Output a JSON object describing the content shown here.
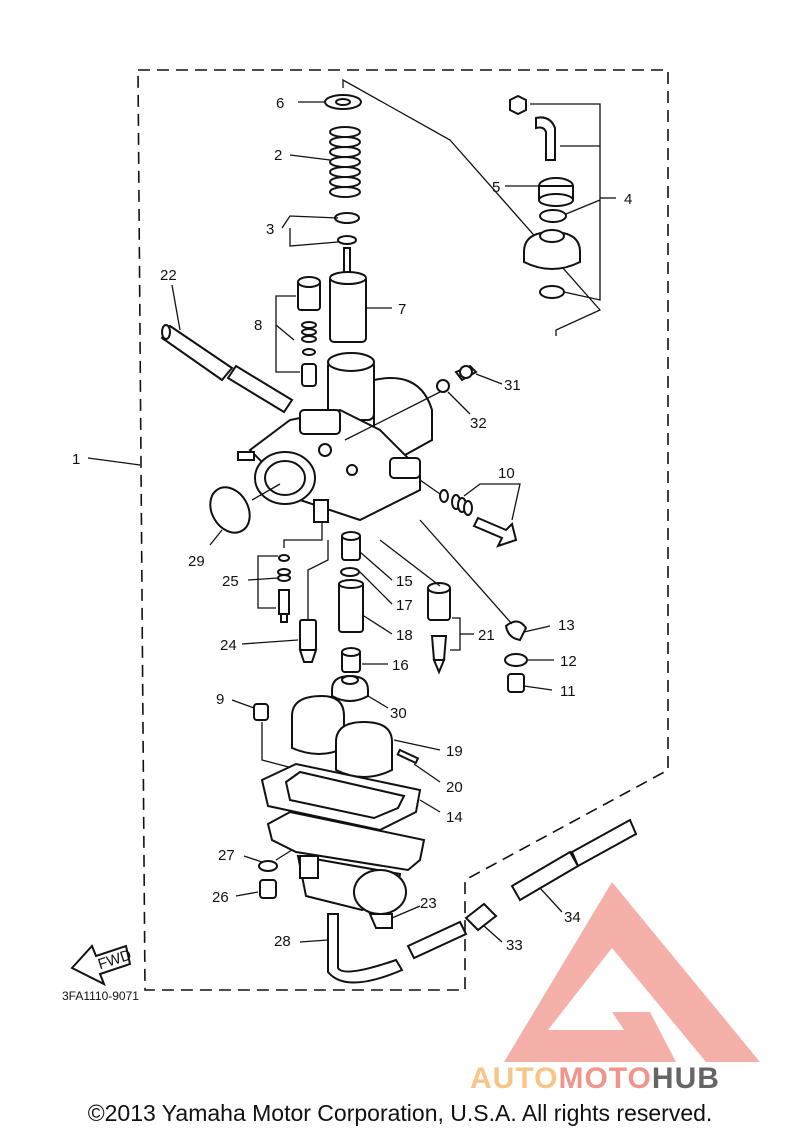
{
  "diagram": {
    "catalog_code": "3FA1110-9071",
    "fwd_label": "FWD",
    "callouts": [
      {
        "id": "c1",
        "label": "1"
      },
      {
        "id": "c2",
        "label": "2"
      },
      {
        "id": "c3",
        "label": "3"
      },
      {
        "id": "c4",
        "label": "4"
      },
      {
        "id": "c5",
        "label": "5"
      },
      {
        "id": "c6",
        "label": "6"
      },
      {
        "id": "c7",
        "label": "7"
      },
      {
        "id": "c8",
        "label": "8"
      },
      {
        "id": "c9",
        "label": "9"
      },
      {
        "id": "c10",
        "label": "10"
      },
      {
        "id": "c11",
        "label": "11"
      },
      {
        "id": "c12",
        "label": "12"
      },
      {
        "id": "c13",
        "label": "13"
      },
      {
        "id": "c14",
        "label": "14"
      },
      {
        "id": "c15",
        "label": "15"
      },
      {
        "id": "c16",
        "label": "16"
      },
      {
        "id": "c17",
        "label": "17"
      },
      {
        "id": "c18",
        "label": "18"
      },
      {
        "id": "c19",
        "label": "19"
      },
      {
        "id": "c20",
        "label": "20"
      },
      {
        "id": "c21",
        "label": "21"
      },
      {
        "id": "c22",
        "label": "22"
      },
      {
        "id": "c23",
        "label": "23"
      },
      {
        "id": "c24",
        "label": "24"
      },
      {
        "id": "c25",
        "label": "25"
      },
      {
        "id": "c26",
        "label": "26"
      },
      {
        "id": "c27",
        "label": "27"
      },
      {
        "id": "c28",
        "label": "28"
      },
      {
        "id": "c29",
        "label": "29"
      },
      {
        "id": "c30",
        "label": "30"
      },
      {
        "id": "c31",
        "label": "31"
      },
      {
        "id": "c32",
        "label": "32"
      },
      {
        "id": "c33",
        "label": "33"
      },
      {
        "id": "c34",
        "label": "34"
      }
    ]
  },
  "watermark": {
    "part1": "AUTO",
    "part2": "MOTO",
    "part3": "HUB",
    "colors": {
      "triangle": "#f08a80",
      "auto": "#f7c07a",
      "moto": "#f08a80",
      "hub": "#555555"
    }
  },
  "copyright": "©2013 Yamaha Motor Corporation, U.S.A. All rights reserved."
}
